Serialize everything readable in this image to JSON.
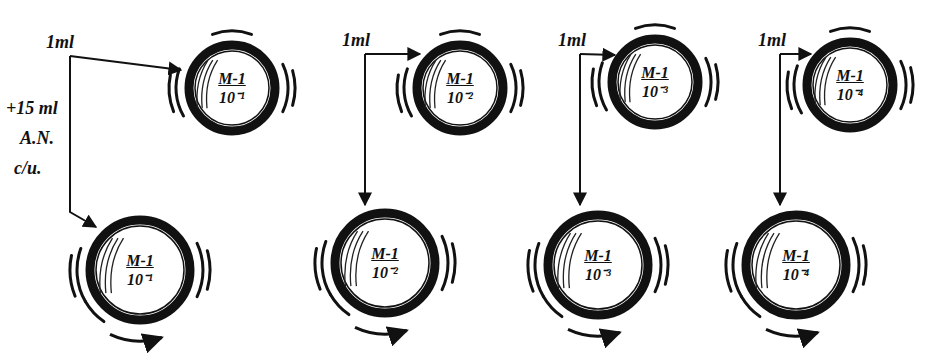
{
  "diagram": {
    "nodes": [
      {
        "text": [
          "M-1",
          "10⁻¹"
        ]
      },
      {
        "text": [
          "M-1",
          "10⁻²"
        ]
      },
      {
        "text": [
          "M-1",
          "10⁻³"
        ]
      },
      {
        "text": [
          "M-1",
          "10⁻⁴"
        ]
      },
      {
        "text": [
          "M-1",
          "10⁻¹"
        ]
      },
      {
        "text": [
          "M-1",
          "10⁻²"
        ]
      },
      {
        "text": [
          "M-1",
          "10⁻³"
        ]
      },
      {
        "text": [
          "M-1",
          "10⁻⁴"
        ]
      }
    ],
    "labels": [
      "1ml",
      "1ml",
      "1ml",
      "1ml",
      "+15 ml",
      "A.N.",
      "c/u."
    ]
  }
}
